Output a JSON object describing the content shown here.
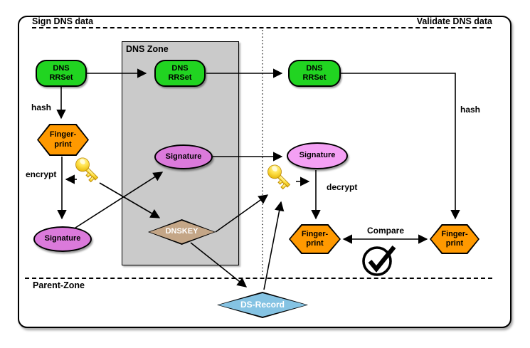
{
  "titles": {
    "sign_side": "Sign DNS data",
    "validate_side": "Validate DNS data"
  },
  "zones": {
    "dns_zone": "DNS Zone",
    "parent_zone": "Parent-Zone"
  },
  "nodes": {
    "rrset_sign": "DNS\nRRSet",
    "rrset_zone": "DNS\nRRSet",
    "rrset_validate": "DNS\nRRSet",
    "fingerprint_sign": "Finger-\nprint",
    "fingerprint_validate": "Finger-\nprint",
    "fingerprint_compare": "Finger-\nprint",
    "signature_sign": "Signature",
    "signature_zone": "Signature",
    "signature_validate": "Signature",
    "dnskey": "DNSKEY",
    "ds_record": "DS-Record"
  },
  "edge_labels": {
    "hash_sign": "hash",
    "hash_validate": "hash",
    "encrypt": "encrypt",
    "decrypt": "decrypt",
    "compare": "Compare"
  },
  "icons": {
    "key_sign": "key-icon",
    "key_validate": "key-icon",
    "valid_check": "checkmark-icon"
  },
  "colors": {
    "rrset_green": "#21D421",
    "fingerprint_orange": "#FF9900",
    "signature_orchid": "#DB7ADB",
    "signature_light": "#F4A0F4",
    "dnskey_tan": "#C4A687",
    "ds_blue": "#85C3E3",
    "zone_gray": "#CACACA",
    "key_gold": "#F5C400",
    "line_black": "#000000"
  }
}
